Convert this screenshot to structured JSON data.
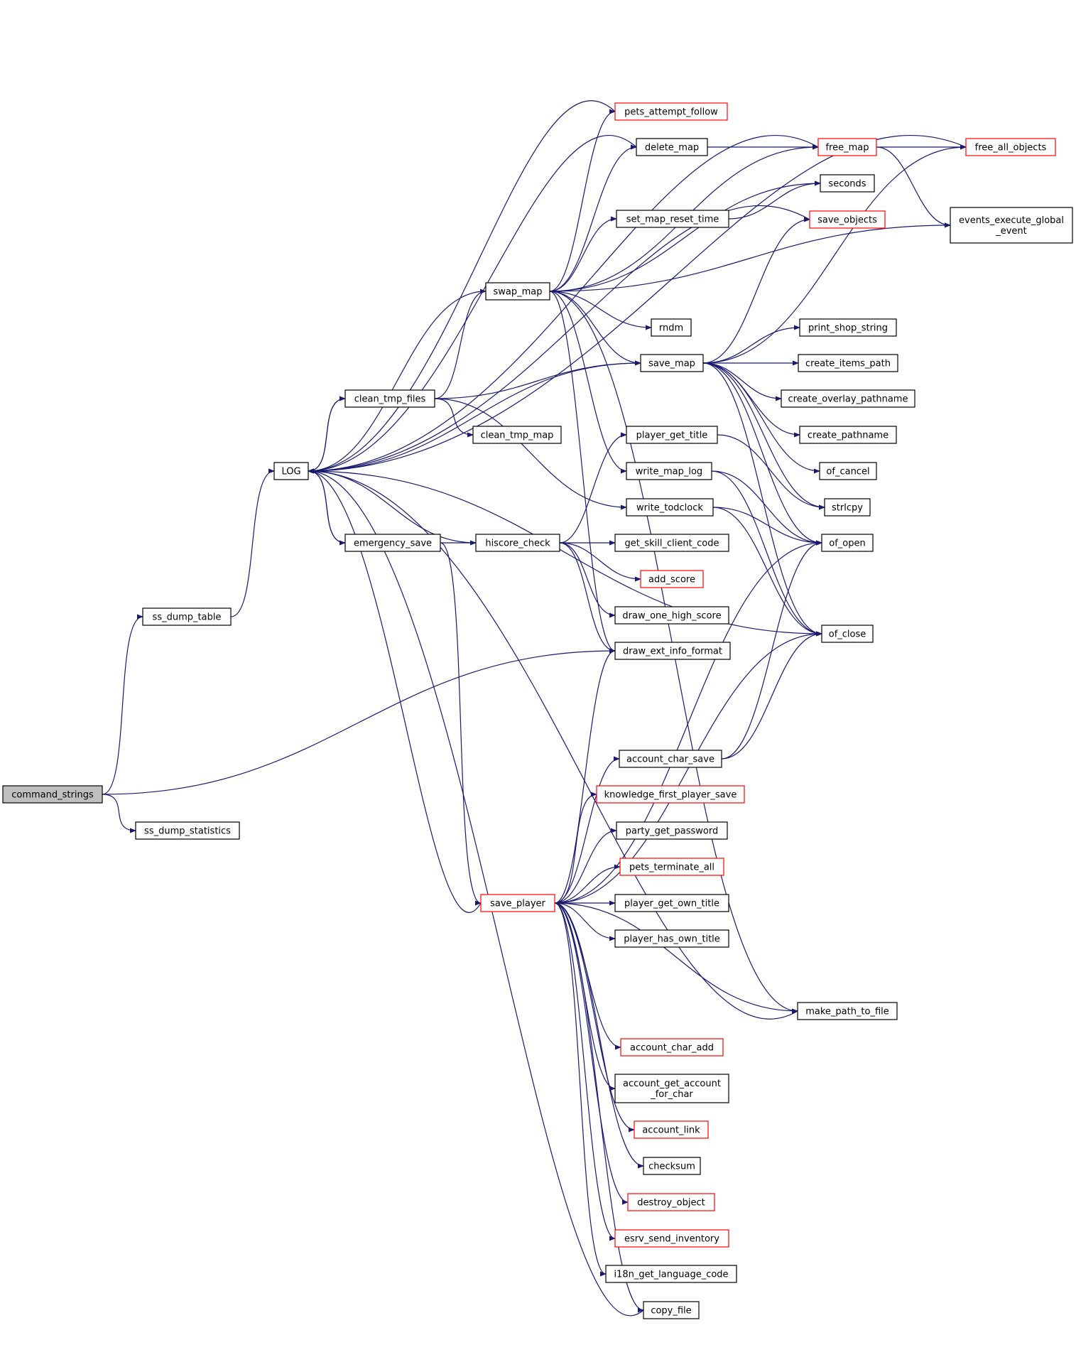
{
  "colors": {
    "edge": "#191970",
    "normal_border": "#000000",
    "truncated_border": "#ff0000",
    "root_fill": "#bfbfbf"
  },
  "nodes": [
    {
      "id": "command_strings",
      "label": "command_strings",
      "kind": "root"
    },
    {
      "id": "ss_dump_table",
      "label": "ss_dump_table",
      "kind": "normal"
    },
    {
      "id": "ss_dump_statistics",
      "label": "ss_dump_statistics",
      "kind": "normal"
    },
    {
      "id": "LOG",
      "label": "LOG",
      "kind": "normal"
    },
    {
      "id": "emergency_save",
      "label": "emergency_save",
      "kind": "normal"
    },
    {
      "id": "clean_tmp_files",
      "label": "clean_tmp_files",
      "kind": "normal"
    },
    {
      "id": "clean_tmp_map",
      "label": "clean_tmp_map",
      "kind": "normal"
    },
    {
      "id": "swap_map",
      "label": "swap_map",
      "kind": "normal"
    },
    {
      "id": "hiscore_check",
      "label": "hiscore_check",
      "kind": "normal"
    },
    {
      "id": "save_player",
      "label": "save_player",
      "kind": "truncated"
    },
    {
      "id": "pets_attempt_follow",
      "label": "pets_attempt_follow",
      "kind": "truncated"
    },
    {
      "id": "delete_map",
      "label": "delete_map",
      "kind": "normal"
    },
    {
      "id": "set_map_reset_time",
      "label": "set_map_reset_time",
      "kind": "normal"
    },
    {
      "id": "rndm",
      "label": "rndm",
      "kind": "normal"
    },
    {
      "id": "save_map",
      "label": "save_map",
      "kind": "normal"
    },
    {
      "id": "player_get_title",
      "label": "player_get_title",
      "kind": "normal"
    },
    {
      "id": "write_map_log",
      "label": "write_map_log",
      "kind": "normal"
    },
    {
      "id": "write_todclock",
      "label": "write_todclock",
      "kind": "normal"
    },
    {
      "id": "get_skill_client_code",
      "label": "get_skill_client_code",
      "kind": "normal"
    },
    {
      "id": "add_score",
      "label": "add_score",
      "kind": "truncated"
    },
    {
      "id": "draw_one_high_score",
      "label": "draw_one_high_score",
      "kind": "normal"
    },
    {
      "id": "draw_ext_info_format",
      "label": "draw_ext_info_format",
      "kind": "normal"
    },
    {
      "id": "account_char_save",
      "label": "account_char_save",
      "kind": "normal"
    },
    {
      "id": "knowledge_first_player_save",
      "label": "knowledge_first_player_save",
      "kind": "truncated"
    },
    {
      "id": "party_get_password",
      "label": "party_get_password",
      "kind": "normal"
    },
    {
      "id": "pets_terminate_all",
      "label": "pets_terminate_all",
      "kind": "truncated"
    },
    {
      "id": "player_get_own_title",
      "label": "player_get_own_title",
      "kind": "normal"
    },
    {
      "id": "player_has_own_title",
      "label": "player_has_own_title",
      "kind": "normal"
    },
    {
      "id": "account_char_add",
      "label": "account_char_add",
      "kind": "truncated"
    },
    {
      "id": "account_get_account_for_char",
      "label": "account_get_account\n_for_char",
      "kind": "normal"
    },
    {
      "id": "account_link",
      "label": "account_link",
      "kind": "truncated"
    },
    {
      "id": "checksum",
      "label": "checksum",
      "kind": "normal"
    },
    {
      "id": "destroy_object",
      "label": "destroy_object",
      "kind": "truncated"
    },
    {
      "id": "esrv_send_inventory",
      "label": "esrv_send_inventory",
      "kind": "truncated"
    },
    {
      "id": "i18n_get_language_code",
      "label": "i18n_get_language_code",
      "kind": "normal"
    },
    {
      "id": "copy_file",
      "label": "copy_file",
      "kind": "normal"
    },
    {
      "id": "free_map",
      "label": "free_map",
      "kind": "truncated"
    },
    {
      "id": "seconds",
      "label": "seconds",
      "kind": "normal"
    },
    {
      "id": "save_objects",
      "label": "save_objects",
      "kind": "truncated"
    },
    {
      "id": "print_shop_string",
      "label": "print_shop_string",
      "kind": "normal"
    },
    {
      "id": "create_items_path",
      "label": "create_items_path",
      "kind": "normal"
    },
    {
      "id": "create_overlay_pathname",
      "label": "create_overlay_pathname",
      "kind": "normal"
    },
    {
      "id": "create_pathname",
      "label": "create_pathname",
      "kind": "normal"
    },
    {
      "id": "of_cancel",
      "label": "of_cancel",
      "kind": "normal"
    },
    {
      "id": "strlcpy",
      "label": "strlcpy",
      "kind": "normal"
    },
    {
      "id": "of_open",
      "label": "of_open",
      "kind": "normal"
    },
    {
      "id": "of_close",
      "label": "of_close",
      "kind": "normal"
    },
    {
      "id": "make_path_to_file",
      "label": "make_path_to_file",
      "kind": "normal"
    },
    {
      "id": "free_all_objects",
      "label": "free_all_objects",
      "kind": "truncated"
    },
    {
      "id": "events_execute_global_event",
      "label": "events_execute_global\n_event",
      "kind": "normal"
    }
  ],
  "edges": [
    [
      "command_strings",
      "ss_dump_table"
    ],
    [
      "command_strings",
      "ss_dump_statistics"
    ],
    [
      "command_strings",
      "draw_ext_info_format"
    ],
    [
      "ss_dump_table",
      "LOG"
    ],
    [
      "LOG",
      "emergency_save"
    ],
    [
      "LOG",
      "clean_tmp_files"
    ],
    [
      "emergency_save",
      "LOG"
    ],
    [
      "emergency_save",
      "hiscore_check"
    ],
    [
      "emergency_save",
      "save_player"
    ],
    [
      "clean_tmp_files",
      "LOG"
    ],
    [
      "clean_tmp_files",
      "clean_tmp_map"
    ],
    [
      "clean_tmp_files",
      "swap_map"
    ],
    [
      "clean_tmp_files",
      "save_map"
    ],
    [
      "clean_tmp_files",
      "write_todclock"
    ],
    [
      "swap_map",
      "LOG"
    ],
    [
      "swap_map",
      "pets_attempt_follow"
    ],
    [
      "swap_map",
      "delete_map"
    ],
    [
      "swap_map",
      "free_map"
    ],
    [
      "swap_map",
      "set_map_reset_time"
    ],
    [
      "swap_map",
      "seconds"
    ],
    [
      "swap_map",
      "events_execute_global_event"
    ],
    [
      "swap_map",
      "rndm"
    ],
    [
      "swap_map",
      "save_map"
    ],
    [
      "swap_map",
      "write_map_log"
    ],
    [
      "swap_map",
      "draw_ext_info_format"
    ],
    [
      "swap_map",
      "make_path_to_file"
    ],
    [
      "hiscore_check",
      "LOG"
    ],
    [
      "hiscore_check",
      "player_get_title"
    ],
    [
      "hiscore_check",
      "get_skill_client_code"
    ],
    [
      "hiscore_check",
      "add_score"
    ],
    [
      "hiscore_check",
      "draw_one_high_score"
    ],
    [
      "hiscore_check",
      "draw_ext_info_format"
    ],
    [
      "save_player",
      "LOG"
    ],
    [
      "save_player",
      "draw_ext_info_format"
    ],
    [
      "save_player",
      "of_open"
    ],
    [
      "save_player",
      "account_char_save"
    ],
    [
      "save_player",
      "knowledge_first_player_save"
    ],
    [
      "save_player",
      "party_get_password"
    ],
    [
      "save_player",
      "pets_terminate_all"
    ],
    [
      "save_player",
      "player_get_own_title"
    ],
    [
      "save_player",
      "player_has_own_title"
    ],
    [
      "save_player",
      "of_close"
    ],
    [
      "save_player",
      "make_path_to_file"
    ],
    [
      "save_player",
      "account_char_add"
    ],
    [
      "save_player",
      "account_get_account_for_char"
    ],
    [
      "save_player",
      "account_link"
    ],
    [
      "save_player",
      "checksum"
    ],
    [
      "save_player",
      "destroy_object"
    ],
    [
      "save_player",
      "esrv_send_inventory"
    ],
    [
      "save_player",
      "i18n_get_language_code"
    ],
    [
      "save_player",
      "copy_file"
    ],
    [
      "pets_attempt_follow",
      "LOG"
    ],
    [
      "delete_map",
      "LOG"
    ],
    [
      "delete_map",
      "free_map"
    ],
    [
      "set_map_reset_time",
      "seconds"
    ],
    [
      "save_map",
      "LOG"
    ],
    [
      "save_map",
      "save_objects"
    ],
    [
      "save_map",
      "free_all_objects"
    ],
    [
      "save_map",
      "print_shop_string"
    ],
    [
      "save_map",
      "create_items_path"
    ],
    [
      "save_map",
      "create_overlay_pathname"
    ],
    [
      "save_map",
      "create_pathname"
    ],
    [
      "save_map",
      "of_cancel"
    ],
    [
      "save_map",
      "strlcpy"
    ],
    [
      "save_map",
      "of_open"
    ],
    [
      "save_map",
      "of_close"
    ],
    [
      "player_get_title",
      "strlcpy"
    ],
    [
      "write_map_log",
      "of_open"
    ],
    [
      "write_map_log",
      "of_close"
    ],
    [
      "write_todclock",
      "of_open"
    ],
    [
      "write_todclock",
      "of_close"
    ],
    [
      "account_char_save",
      "of_open"
    ],
    [
      "account_char_save",
      "of_close"
    ],
    [
      "of_close",
      "LOG"
    ],
    [
      "make_path_to_file",
      "LOG"
    ],
    [
      "copy_file",
      "LOG"
    ],
    [
      "free_map",
      "LOG"
    ],
    [
      "free_map",
      "free_all_objects"
    ],
    [
      "free_map",
      "events_execute_global_event"
    ],
    [
      "save_objects",
      "LOG"
    ],
    [
      "free_all_objects",
      "LOG"
    ]
  ]
}
